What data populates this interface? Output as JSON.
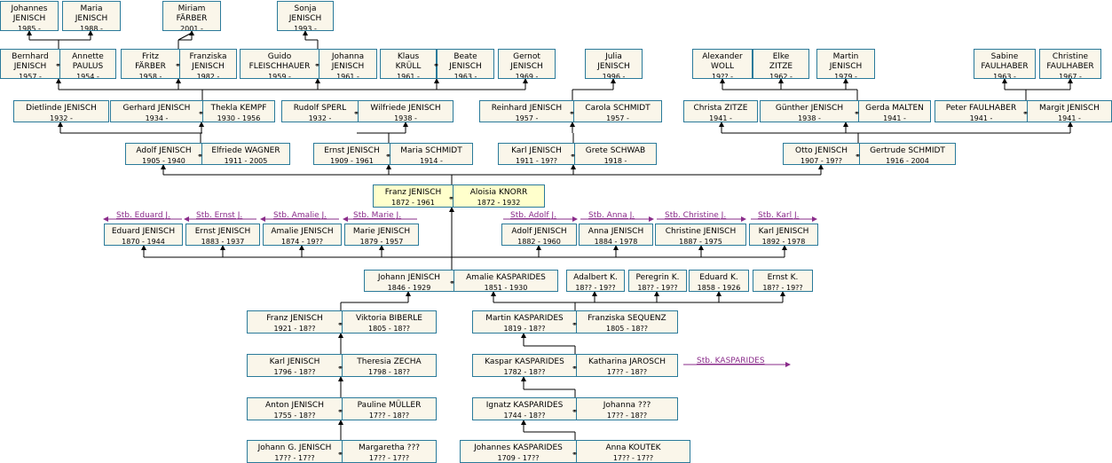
{
  "marriage_symbol": "⚭",
  "colors": {
    "box_border": "#2a7a9a",
    "box_bg": "#faf6ea",
    "highlight_bg": "#ffffcc",
    "link": "#8a2b8a",
    "line": "#000000"
  },
  "people": {
    "johannes_j": {
      "name1": "Johannes",
      "name2": "JENISCH",
      "dates": "1985 -"
    },
    "maria_j": {
      "name1": "Maria",
      "name2": "JENISCH",
      "dates": "1988 -"
    },
    "miriam_f": {
      "name1": "Miriam",
      "name2": "FÄRBER",
      "dates": "2001 -"
    },
    "sonja_j": {
      "name1": "Sonja",
      "name2": "JENISCH",
      "dates": "1993 -"
    },
    "klaus_k": {
      "name1": "Klaus",
      "name2": "KRÜLL",
      "dates": "1961 -"
    },
    "beate_j": {
      "name1": "Beate",
      "name2": "JENISCH",
      "dates": "1963 -"
    },
    "gernot_j": {
      "name1": "Gernot",
      "name2": "JENISCH",
      "dates": "1969 -"
    },
    "julia_j": {
      "name1": "Julia",
      "name2": "JENISCH",
      "dates": "1996 -"
    },
    "alexander_w": {
      "name1": "Alexander",
      "name2": "WOLL",
      "dates": "19?? -"
    },
    "elke_z": {
      "name1": "Elke",
      "name2": "ZITZE",
      "dates": "1962 -"
    },
    "martin_j": {
      "name1": "Martin",
      "name2": "JENISCH",
      "dates": "1979 -"
    },
    "sabine_f": {
      "name1": "Sabine",
      "name2": "FAULHABER",
      "dates": "1963 -"
    },
    "christine_f": {
      "name1": "Christine",
      "name2": "FAULHABER",
      "dates": "1967 -"
    },
    "dietlinde_j": {
      "name1": "Dietlinde JENISCH",
      "name2": "",
      "dates": "1932 -"
    },
    "christa_z": {
      "name1": "Christa ZITZE",
      "name2": "",
      "dates": "1941 -"
    },
    "eduard_j": {
      "name1": "Eduard JENISCH",
      "name2": "",
      "dates": "1870 - 1944"
    },
    "ernst_j2": {
      "name1": "Ernst JENISCH",
      "name2": "",
      "dates": "1883 - 1937"
    },
    "amalie_j": {
      "name1": "Amalie JENISCH",
      "name2": "",
      "dates": "1874 - 19??"
    },
    "marie_j": {
      "name1": "Marie JENISCH",
      "name2": "",
      "dates": "1879 - 1957"
    },
    "adolf_j2": {
      "name1": "Adolf JENISCH",
      "name2": "",
      "dates": "1882 - 1960"
    },
    "anna_j": {
      "name1": "Anna JENISCH",
      "name2": "",
      "dates": "1884 - 1978"
    },
    "christine_j": {
      "name1": "Christine JENISCH",
      "name2": "",
      "dates": "1887 - 1975"
    },
    "karl_j2": {
      "name1": "Karl JENISCH",
      "name2": "",
      "dates": "1892 - 1978"
    },
    "adalbert_k": {
      "name1": "Adalbert K.",
      "name2": "",
      "dates": "18?? - 19??"
    },
    "peregrin_k": {
      "name1": "Peregrin K.",
      "name2": "",
      "dates": "18?? - 19??"
    },
    "eduard_k": {
      "name1": "Eduard K.",
      "name2": "",
      "dates": "1858 - 1926"
    },
    "ernst_k": {
      "name1": "Ernst K.",
      "name2": "",
      "dates": "18?? - 19??"
    }
  },
  "couples": {
    "bernhard_annette": {
      "left": {
        "name1": "Bernhard",
        "name2": "JENISCH",
        "dates": "1957 -"
      },
      "right": {
        "name1": "Annette",
        "name2": "PAULUS",
        "dates": "1954 -"
      }
    },
    "fritz_franziska": {
      "left": {
        "name1": "Fritz",
        "name2": "FÄRBER",
        "dates": "1958 -"
      },
      "right": {
        "name1": "Franziska",
        "name2": "JENISCH",
        "dates": "1982 -"
      }
    },
    "guido_johanna": {
      "left": {
        "name1": "Guido",
        "name2": "FLEISCHHAUER",
        "dates": "1959 -"
      },
      "right": {
        "name1": "Johanna",
        "name2": "JENISCH",
        "dates": "1961 -"
      }
    },
    "gerhard_thekla": {
      "left": {
        "name1": "Gerhard JENISCH",
        "name2": "",
        "dates": "1934 -"
      },
      "right": {
        "name1": "Thekla KEMPF",
        "name2": "",
        "dates": "1930 - 1956"
      }
    },
    "rudolf_wilfriede": {
      "left": {
        "name1": "Rudolf SPERL",
        "name2": "",
        "dates": "1932 -"
      },
      "right": {
        "name1": "Wilfriede JENISCH",
        "name2": "",
        "dates": "1938 -"
      }
    },
    "reinhard_carola": {
      "left": {
        "name1": "Reinhard JENISCH",
        "name2": "",
        "dates": "1957 -"
      },
      "right": {
        "name1": "Carola SCHMIDT",
        "name2": "",
        "dates": "1957 -"
      }
    },
    "guenther_gerda": {
      "left": {
        "name1": "Günther JENISCH",
        "name2": "",
        "dates": "1938 -"
      },
      "right": {
        "name1": "Gerda MALTEN",
        "name2": "",
        "dates": "1941 -"
      }
    },
    "peter_margit": {
      "left": {
        "name1": "Peter FAULHABER",
        "name2": "",
        "dates": "1941 -"
      },
      "right": {
        "name1": "Margit JENISCH",
        "name2": "",
        "dates": "1941 -"
      }
    },
    "adolf_elfriede": {
      "left": {
        "name1": "Adolf JENISCH",
        "name2": "",
        "dates": "1905 - 1940"
      },
      "right": {
        "name1": "Elfriede WAGNER",
        "name2": "",
        "dates": "1911 - 2005"
      }
    },
    "ernst_maria": {
      "left": {
        "name1": "Ernst JENISCH",
        "name2": "",
        "dates": "1909 - 1961"
      },
      "right": {
        "name1": "Maria SCHMIDT",
        "name2": "",
        "dates": "1914 -"
      }
    },
    "karl_grete": {
      "left": {
        "name1": "Karl JENISCH",
        "name2": "",
        "dates": "1911 - 19??"
      },
      "right": {
        "name1": "Grete SCHWAB",
        "name2": "",
        "dates": "1918 -"
      }
    },
    "otto_gertrude": {
      "left": {
        "name1": "Otto JENISCH",
        "name2": "",
        "dates": "1907 - 19??"
      },
      "right": {
        "name1": "Gertrude SCHMIDT",
        "name2": "",
        "dates": "1916 - 2004"
      }
    },
    "franz_aloisia": {
      "left": {
        "name1": "Franz JENISCH",
        "name2": "",
        "dates": "1872 - 1961"
      },
      "right": {
        "name1": "Aloisia KNORR",
        "name2": "",
        "dates": "1872 - 1932"
      }
    },
    "johann_amalie": {
      "left": {
        "name1": "Johann JENISCH",
        "name2": "",
        "dates": "1846 - 1929"
      },
      "right": {
        "name1": "Amalie KASPARIDES",
        "name2": "",
        "dates": "1851 - 1930"
      }
    },
    "franz_viktoria": {
      "left": {
        "name1": "Franz JENISCH",
        "name2": "",
        "dates": "1921 - 18??"
      },
      "right": {
        "name1": "Viktoria BIBERLE",
        "name2": "",
        "dates": "1805 - 18??"
      }
    },
    "karl_theresia": {
      "left": {
        "name1": "Karl JENISCH",
        "name2": "",
        "dates": "1796 - 18??"
      },
      "right": {
        "name1": "Theresia ZECHA",
        "name2": "",
        "dates": "1798 - 18??"
      }
    },
    "anton_pauline": {
      "left": {
        "name1": "Anton JENISCH",
        "name2": "",
        "dates": "1755 - 18??"
      },
      "right": {
        "name1": "Pauline MÜLLER",
        "name2": "",
        "dates": "17?? - 18??"
      }
    },
    "johanng_margaretha": {
      "left": {
        "name1": "Johann G. JENISCH",
        "name2": "",
        "dates": "17?? - 17??"
      },
      "right": {
        "name1": "Margaretha ???",
        "name2": "",
        "dates": "17?? - 17??"
      }
    },
    "martin_franziska": {
      "left": {
        "name1": "Martin KASPARIDES",
        "name2": "",
        "dates": "1819 - 18??"
      },
      "right": {
        "name1": "Franziska SEQUENZ",
        "name2": "",
        "dates": "1805 - 18??"
      }
    },
    "kaspar_katharina": {
      "left": {
        "name1": "Kaspar KASPARIDES",
        "name2": "",
        "dates": "1782 - 18??"
      },
      "right": {
        "name1": "Katharina JAROSCH",
        "name2": "",
        "dates": "17?? - 18??"
      }
    },
    "ignatz_johanna": {
      "left": {
        "name1": "Ignatz KASPARIDES",
        "name2": "",
        "dates": "1744 - 18??"
      },
      "right": {
        "name1": "Johanna ???",
        "name2": "",
        "dates": "17?? - 18??"
      }
    },
    "johannes_anna": {
      "left": {
        "name1": "Johannes KASPARIDES",
        "name2": "",
        "dates": "1709 - 17??"
      },
      "right": {
        "name1": "Anna KOUTEK",
        "name2": "",
        "dates": "17?? - 17??"
      }
    }
  },
  "links": {
    "stb_eduard": "Stb. Eduard J.",
    "stb_ernst": "Stb. Ernst J.",
    "stb_amalie": "Stb. Amalie J.",
    "stb_marie": "Stb. Marie J.",
    "stb_adolf": "Stb. Adolf J.",
    "stb_anna": "Stb. Anna J.",
    "stb_christine": "Stb. Christine J.",
    "stb_karl": "Stb. Karl J.",
    "stb_kasparides": "Stb. KASPARIDES"
  }
}
